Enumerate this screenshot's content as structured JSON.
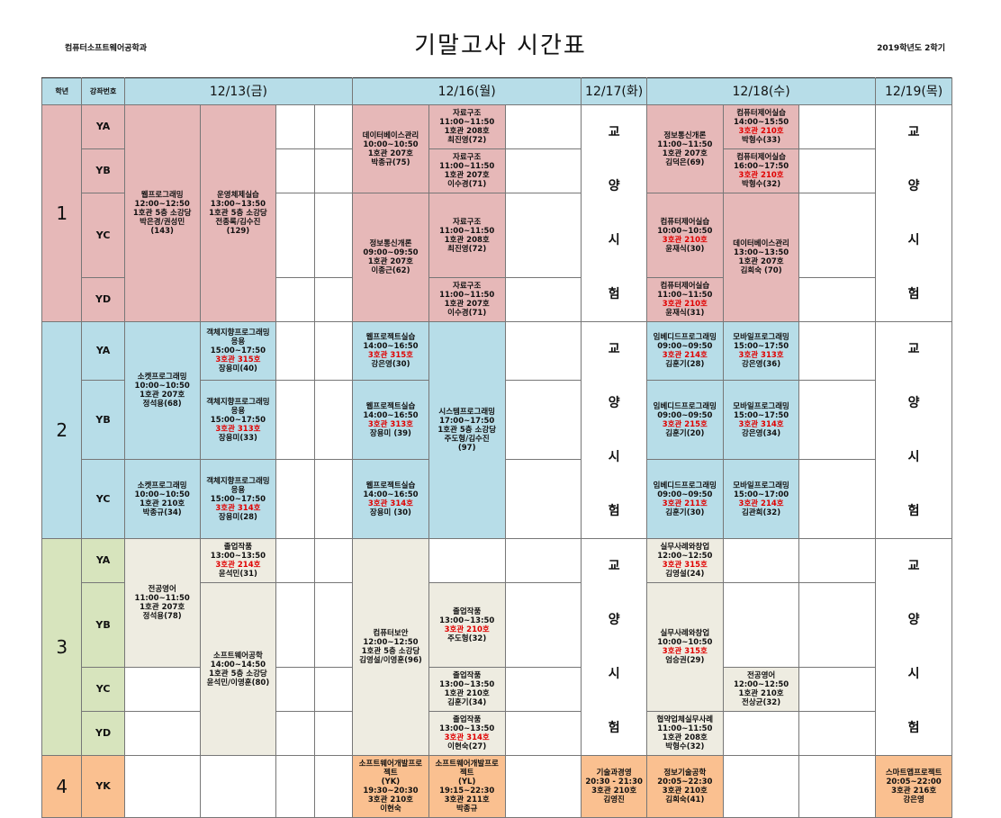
{
  "header": {
    "dept": "컴퓨터소프트웨어공학과",
    "title": "기말고사 시간표",
    "semester": "2019학년도 2학기"
  },
  "columns": {
    "year": "학년",
    "code": "강좌번호",
    "d1": "12/13(금)",
    "d2": "12/16(월)",
    "d3": "12/17(화)",
    "d4": "12/18(수)",
    "d5": "12/19(목)"
  },
  "years": [
    "1",
    "2",
    "3",
    "4"
  ],
  "sections": [
    "YA",
    "YB",
    "YC",
    "YD",
    "YA",
    "YB",
    "YC",
    "YA",
    "YB",
    "YC",
    "YD",
    "YK"
  ],
  "gyoyang": [
    "교",
    "양",
    "시",
    "험"
  ],
  "colors": {
    "y1": "#e6b8b8",
    "y2": "#b7dde8",
    "y3": "#d7e4bd",
    "y4": "#fac090",
    "general": "#eeece1",
    "room_highlight": "#e00000"
  },
  "c": {
    "y1_web": [
      "웹프로그래밍",
      "12:00~12:50",
      "1호관 5층 소강당",
      "박은경/권성민",
      "(143)"
    ],
    "y1_os": [
      "운영체제실습",
      "13:00~13:50",
      "1호관 5층 소강당",
      "전종록/김수진",
      "(129)"
    ],
    "y1_db": [
      "데이터베이스관리",
      "10:00~10:50",
      "1호관 207호",
      "박종규(75)"
    ],
    "y1_ds_a": [
      "자료구조",
      "11:00~11:50",
      "1호관 208호",
      "최진영(72)"
    ],
    "y1_ds_b": [
      "자료구조",
      "11:00~11:50",
      "1호관 207호",
      "이수경(71)"
    ],
    "y1_ds_c": [
      "자료구조",
      "11:00~11:50",
      "1호관 208호",
      "최진영(72)"
    ],
    "y1_ds_d": [
      "자료구조",
      "11:00~11:50",
      "1호관 207호",
      "이수경(71)"
    ],
    "y1_ic": [
      "정보통신개론",
      "09:00~09:50",
      "1호관 207호",
      "이종근(62)"
    ],
    "y1_ic2": [
      "정보통신개론",
      "11:00~11:50",
      "1호관 207호",
      "김덕은(69)"
    ],
    "y1_cl_a": [
      "컴퓨터제어실습",
      "14:00~15:50",
      "3호관 210호",
      "박형수(33)"
    ],
    "y1_cl_b": [
      "컴퓨터제어실습",
      "16:00~17:50",
      "3호관 210호",
      "박형수(32)"
    ],
    "y1_cl_c": [
      "컴퓨터제어실습",
      "10:00~10:50",
      "3호관 210호",
      "윤재식(30)"
    ],
    "y1_cl_d": [
      "컴퓨터제어실습",
      "11:00~11:50",
      "3호관 210호",
      "윤재식(31)"
    ],
    "y1_db2": [
      "데이터베이스관리",
      "13:00~13:50",
      "1호관 207호",
      "김희숙 (70)"
    ],
    "y2_sock_a": [
      "소켓프로그래밍",
      "10:00~10:50",
      "1호관 207호",
      "정석용(68)"
    ],
    "y2_sock_c": [
      "소켓프로그래밍",
      "10:00~10:50",
      "1호관 210호",
      "박종규(34)"
    ],
    "y2_oop_a": [
      "객체지향프로그래밍",
      "응용",
      "15:00~17:50",
      "3호관 315호",
      "장용미(40)"
    ],
    "y2_oop_b": [
      "객체지향프로그래밍",
      "응용",
      "15:00~17:50",
      "3호관 313호",
      "장용미(33)"
    ],
    "y2_oop_c": [
      "객체지향프로그래밍",
      "응용",
      "15:00~17:50",
      "3호관 314호",
      "장용미(28)"
    ],
    "y2_web_a": [
      "웹프로젝트실습",
      "14:00~16:50",
      "3호관 315호",
      "강은영(30)"
    ],
    "y2_web_b": [
      "웹프로젝트실습",
      "14:00~16:50",
      "3호관 313호",
      "장용미 (39)"
    ],
    "y2_web_c": [
      "웹프로젝트실습",
      "14:00~16:50",
      "3호관 314호",
      "장용미 (30)"
    ],
    "y2_sys": [
      "시스템프로그래밍",
      "17:00~17:50",
      "1호관 5층 소강당",
      "주도형/김수진",
      "(97)"
    ],
    "y2_emb_a": [
      "임베디드프로그래밍",
      "09:00~09:50",
      "3호관 214호",
      "김훈기(28)"
    ],
    "y2_emb_b": [
      "임베디드프로그래밍",
      "09:00~09:50",
      "3호관 215호",
      "김훈기(20)"
    ],
    "y2_emb_c": [
      "임베디드프로그래밍",
      "09:00~09:50",
      "3호관 211호",
      "김훈기(30)"
    ],
    "y2_mob_a": [
      "모바일프로그래밍",
      "15:00~17:50",
      "3호관 313호",
      "강은영(36)"
    ],
    "y2_mob_b": [
      "모바일프로그래밍",
      "15:00~17:50",
      "3호관 314호",
      "강은영(34)"
    ],
    "y2_mob_c": [
      "모바일프로그래밍",
      "15:00~17:00",
      "3호관 214호",
      "김관희(32)"
    ],
    "y3_eng": [
      "전공영어",
      "11:00~11:50",
      "1호관 207호",
      "정석용(78)"
    ],
    "y3_grad_a": [
      "졸업작품",
      "13:00~13:50",
      "3호관 214호",
      "윤석민(31)"
    ],
    "y3_swe": [
      "소프트웨어공학",
      "14:00~14:50",
      "1호관 5층 소강당",
      "윤석민/이영훈(80)"
    ],
    "y3_sec": [
      "컴퓨터보안",
      "12:00~12:50",
      "1호관 5층 소강당",
      "김영설/이영훈(96)"
    ],
    "y3_grad_b": [
      "졸업작품",
      "13:00~13:50",
      "3호관 210호",
      "주도형(32)"
    ],
    "y3_grad_c": [
      "졸업작품",
      "13:00~13:50",
      "1호관 210호",
      "김훈기(34)"
    ],
    "y3_grad_d": [
      "졸업작품",
      "13:00~13:50",
      "3호관 314호",
      "이현숙(27)"
    ],
    "y3_prac_a": [
      "실무사례와창업",
      "12:00~12:50",
      "3호관 315호",
      "김영설(24)"
    ],
    "y3_prac_b": [
      "실무사례와창업",
      "10:00~10:50",
      "3호관 315호",
      "엄승권(29)"
    ],
    "y3_eng2": [
      "전공영어",
      "12:00~12:50",
      "1호관 210호",
      "전상균(32)"
    ],
    "y3_coop": [
      "협약업체실무사례",
      "11:00~11:50",
      "1호관 208호",
      "박형수(32)"
    ],
    "y4_swdev_a": [
      "소프트웨어개발프로",
      "젝트",
      "(YK)",
      "19:30~20:30",
      "3호관 210호",
      "이현숙"
    ],
    "y4_swdev_b": [
      "소프트웨어개발프로",
      "젝트",
      "(YL)",
      "19:15~22:30",
      "3호관 211호",
      "박종규"
    ],
    "y4_tm": [
      "기술과경영",
      "20:30 - 21:30",
      "3호관 210호",
      "김영진"
    ],
    "y4_ite": [
      "정보기술공학",
      "20:05~22:30",
      "3호관 210호",
      "김희숙(41)"
    ],
    "y4_smart": [
      "스마트앱프로젝트",
      "20:05~22:00",
      "3호관 216호",
      "강은영"
    ]
  }
}
